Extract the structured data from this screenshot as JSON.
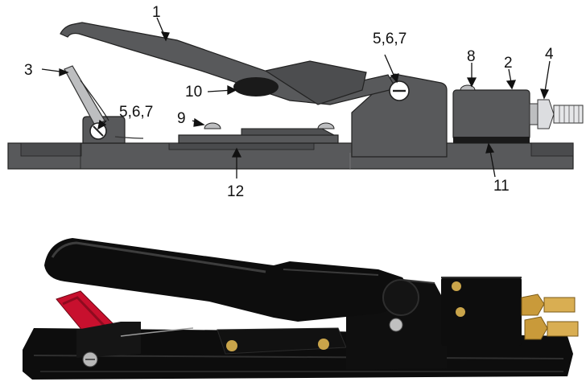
{
  "diagram": {
    "callouts": [
      {
        "id": "c1",
        "text": "1"
      },
      {
        "id": "c2",
        "text": "2"
      },
      {
        "id": "c3",
        "text": "3"
      },
      {
        "id": "c4",
        "text": "4"
      },
      {
        "id": "c567a",
        "text": "5,6,7"
      },
      {
        "id": "c567b",
        "text": "5,6,7"
      },
      {
        "id": "c8",
        "text": "8"
      },
      {
        "id": "c9",
        "text": "9"
      },
      {
        "id": "c10",
        "text": "10"
      },
      {
        "id": "c11",
        "text": "11"
      },
      {
        "id": "c12",
        "text": "12"
      }
    ]
  },
  "colors": {
    "part_gray": "#58595b",
    "part_dark": "#3c3d3f",
    "part_light": "#bdbec0",
    "photo_black": "#0d0d0d",
    "photo_red": "#c8102e",
    "brass": "#c99a3a"
  }
}
